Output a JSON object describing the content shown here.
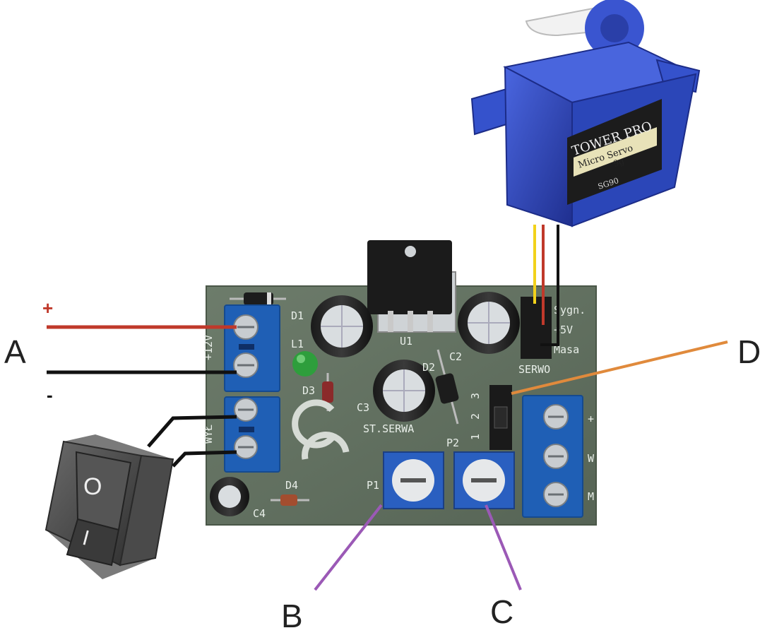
{
  "callouts": {
    "a": "A",
    "b": "B",
    "c": "C",
    "d": "D"
  },
  "polarity": {
    "plus": "+",
    "minus": "-"
  },
  "servo": {
    "brand": "TOWER PRO",
    "line1": "Micro Servo",
    "line2": "9g",
    "model": "SG90"
  },
  "pcb": {
    "d1": "D1",
    "l1": "L1",
    "d3": "D3",
    "d4": "D4",
    "u1": "U1",
    "c2": "C2",
    "c3": "C3",
    "c4": "C4",
    "d2": "D2",
    "st_serwa": "ST.SERWA",
    "p1": "P1",
    "p2": "P2",
    "sygn": "Sygn.",
    "plus5v": "+5V",
    "masa": "Masa",
    "serwo": "SERWO",
    "jumper_1": "1",
    "jumper_2": "2",
    "jumper_3": "3",
    "term_plus": "+",
    "term_w": "W",
    "term_m": "M",
    "input_label": "+12V",
    "switch_label": "WYŁ"
  },
  "switch_symbols": {
    "off": "O",
    "on": "I"
  },
  "colors": {
    "pcb": "#5f6f5e",
    "terminal": "#1f5fb5",
    "servo": "#2b46b8",
    "wire_red": "#c0392b",
    "wire_black": "#111111",
    "wire_yellow": "#f2d21b",
    "leader_purple": "#9b59b6",
    "leader_orange": "#e08a3c"
  }
}
